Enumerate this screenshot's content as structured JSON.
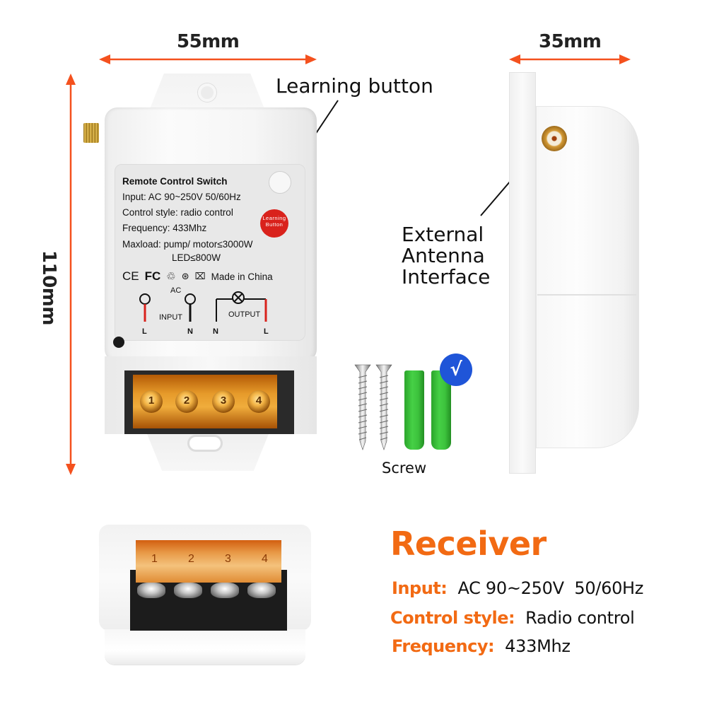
{
  "dimensions": {
    "width": "55mm",
    "height": "110mm",
    "depth": "35mm"
  },
  "callouts": {
    "learning_button": "Learning button",
    "antenna_line1": "External",
    "antenna_line2": "Antenna",
    "antenna_line3": "Interface"
  },
  "device_label": {
    "title": "Remote Control Switch",
    "input": "Input: AC 90~250V 50/60Hz",
    "control_style": "Control style: radio control",
    "frequency": "Frequency: 433Mhz",
    "maxload": "Maxload: pump/ motor≤3000W",
    "led": "LED≤800W",
    "certifications": [
      "CE",
      "FC"
    ],
    "made_in": "Made in China",
    "learning_button_line1": "Learning",
    "learning_button_line2": "Button",
    "wiring": {
      "ac": "AC",
      "input": "INPUT",
      "output": "OUTPUT",
      "input_l": "L",
      "input_n": "N",
      "output_n": "N",
      "output_l": "L"
    }
  },
  "terminals": [
    "1",
    "2",
    "3",
    "4"
  ],
  "accessories": {
    "label": "Screw",
    "check_symbol": "√"
  },
  "specs": {
    "title": "Receiver",
    "rows": [
      {
        "key": "Input:",
        "value": "AC 90~250V  50/60Hz"
      },
      {
        "key": "Control style:",
        "value": "Radio control"
      },
      {
        "key": "Frequency:",
        "value": "433Mhz"
      }
    ]
  },
  "colors": {
    "accent_orange": "#f26a13",
    "dimension_arrow": "#f4511e",
    "badge_blue": "#1f55d8",
    "learning_red": "#d9221c"
  }
}
